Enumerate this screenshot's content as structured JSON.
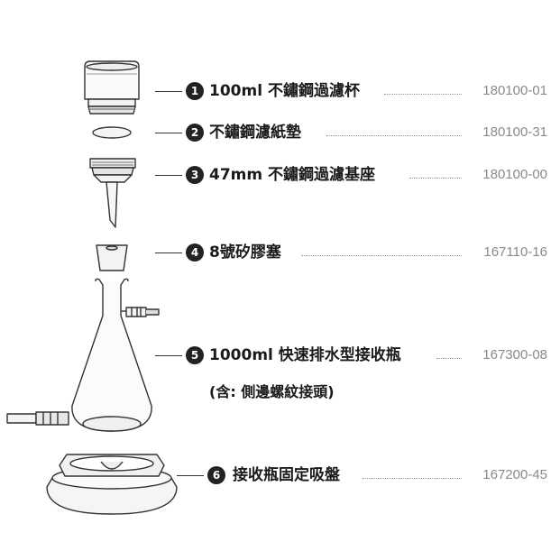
{
  "parts": [
    {
      "number": "1",
      "name": "100ml 不鏽鋼過濾杯",
      "code": "180100-01"
    },
    {
      "number": "2",
      "name": "不鏽鋼濾紙墊",
      "code": "180100-31"
    },
    {
      "number": "3",
      "name": "47mm 不鏽鋼過濾基座",
      "code": "180100-00"
    },
    {
      "number": "4",
      "name": "8號矽膠塞",
      "code": "167110-16"
    },
    {
      "number": "5",
      "name": "1000ml 快速排水型接收瓶",
      "code": "167300-08",
      "note": "(含: 側邊螺紋接頭)"
    },
    {
      "number": "6",
      "name": "接收瓶固定吸盤",
      "code": "167200-45"
    }
  ]
}
